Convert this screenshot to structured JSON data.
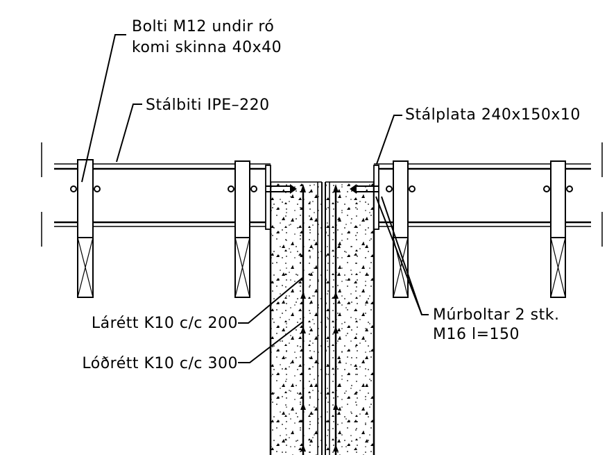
{
  "labels": {
    "bolt_line1": "Bolti M12 undir ró",
    "bolt_line2": "komi skinna 40x40",
    "steel_beam": "Stálbiti IPE–220",
    "steel_plate": "Stálplata 240x150x10",
    "anchor_line1": "Múrboltar 2 stk.",
    "anchor_line2": "M16 l=150",
    "horizontal_rebar": "Lárétt K10 c/c 200",
    "vertical_rebar": "Lóðrétt K10 c/c 300"
  }
}
